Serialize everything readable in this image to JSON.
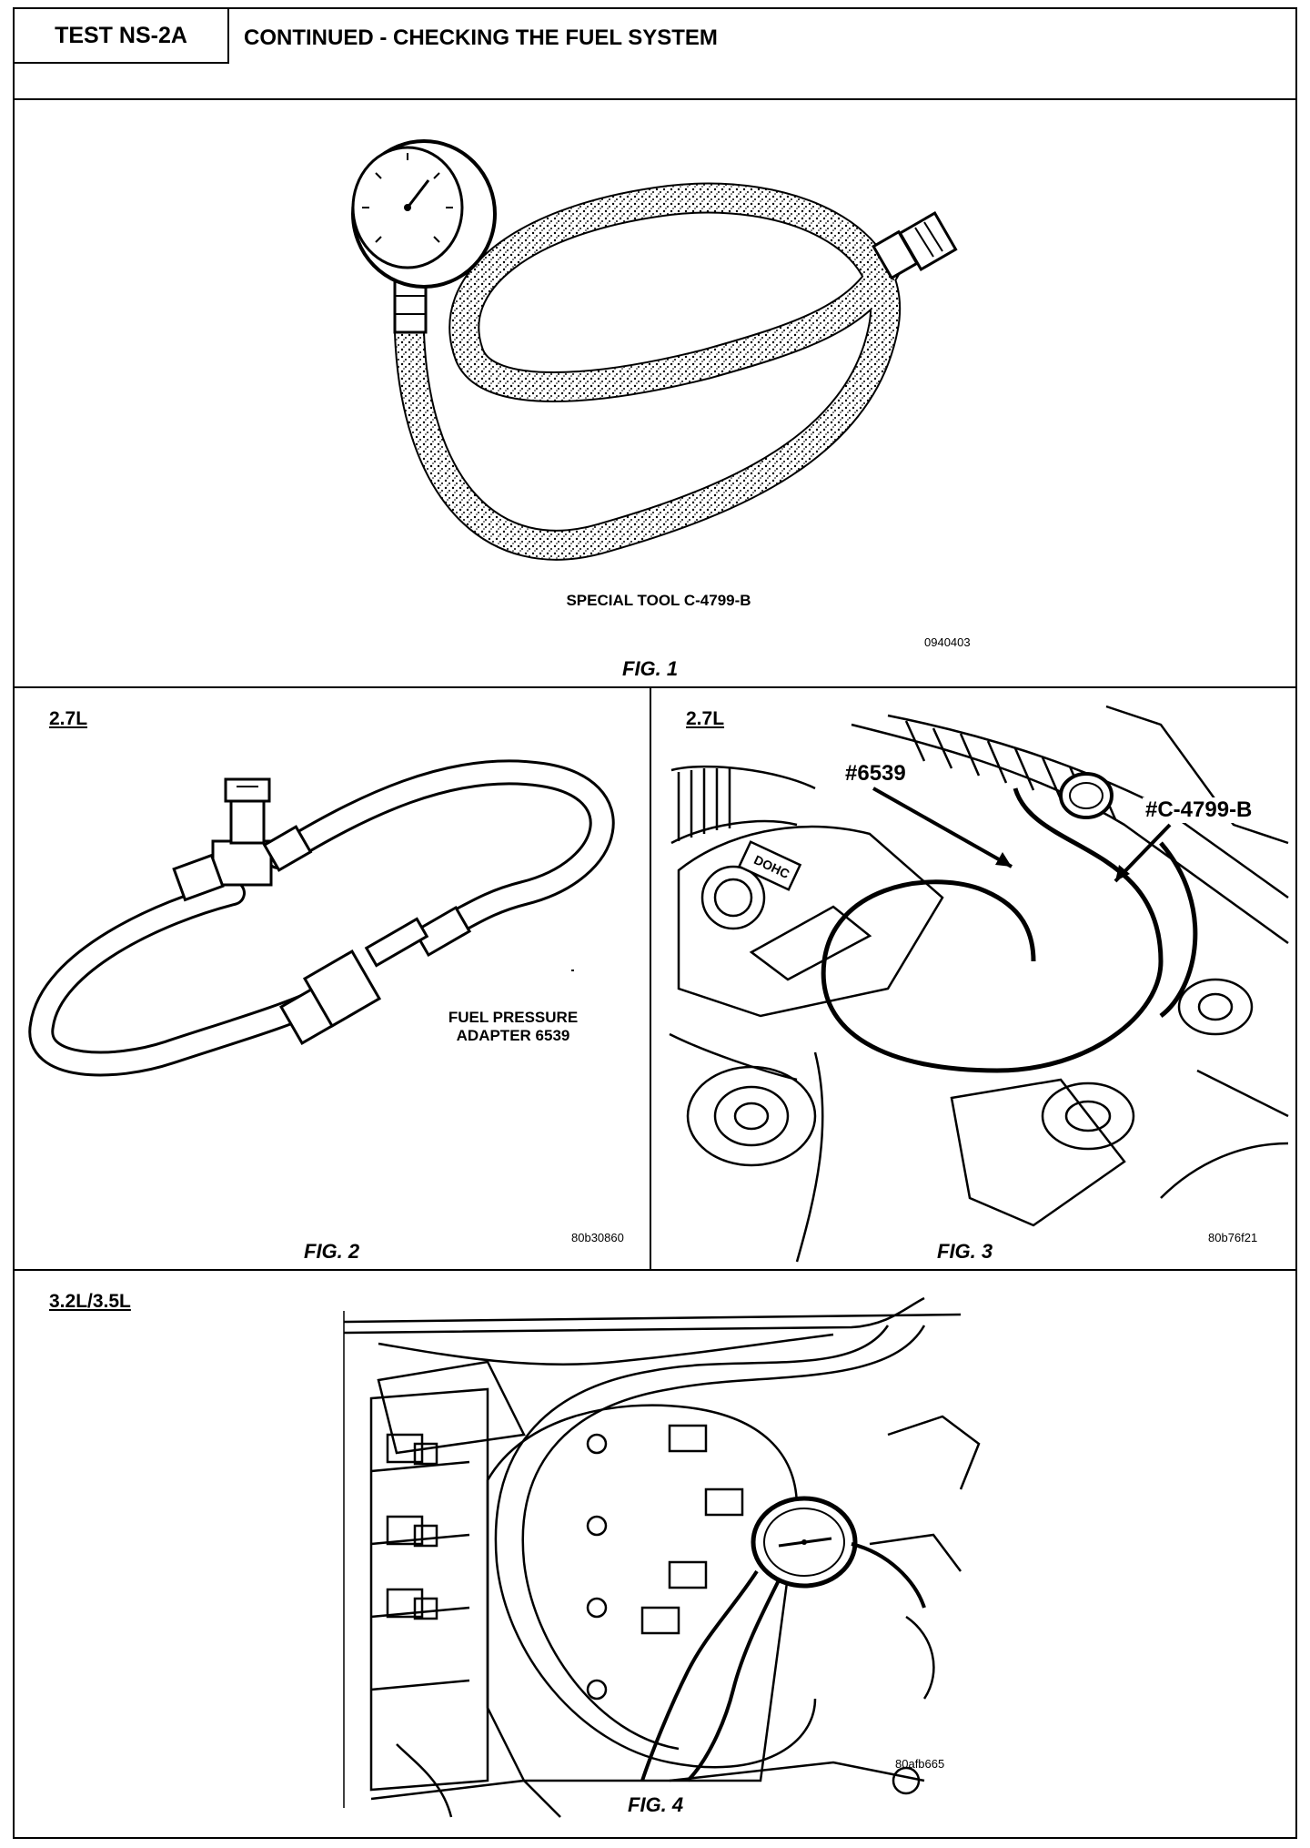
{
  "header": {
    "test_id": "TEST NS-2A",
    "title": "CONTINUED - CHECKING THE FUEL SYSTEM"
  },
  "fig1": {
    "caption": "SPECIAL TOOL C-4799-B",
    "code": "0940403",
    "label": "FIG. 1"
  },
  "fig2": {
    "engine": "2.7L",
    "caption_line1": "FUEL PRESSURE",
    "caption_line2": "ADAPTER 6539",
    "code": "80b30860",
    "label": "FIG. 2"
  },
  "fig3": {
    "engine": "2.7L",
    "callout_1": "#6539",
    "callout_2": "#C-4799-B",
    "code": "80b76f21",
    "label": "FIG. 3",
    "engine_badge": "DOHC"
  },
  "fig4": {
    "engine": "3.2L/3.5L",
    "code": "80afb665",
    "label": "FIG. 4"
  }
}
